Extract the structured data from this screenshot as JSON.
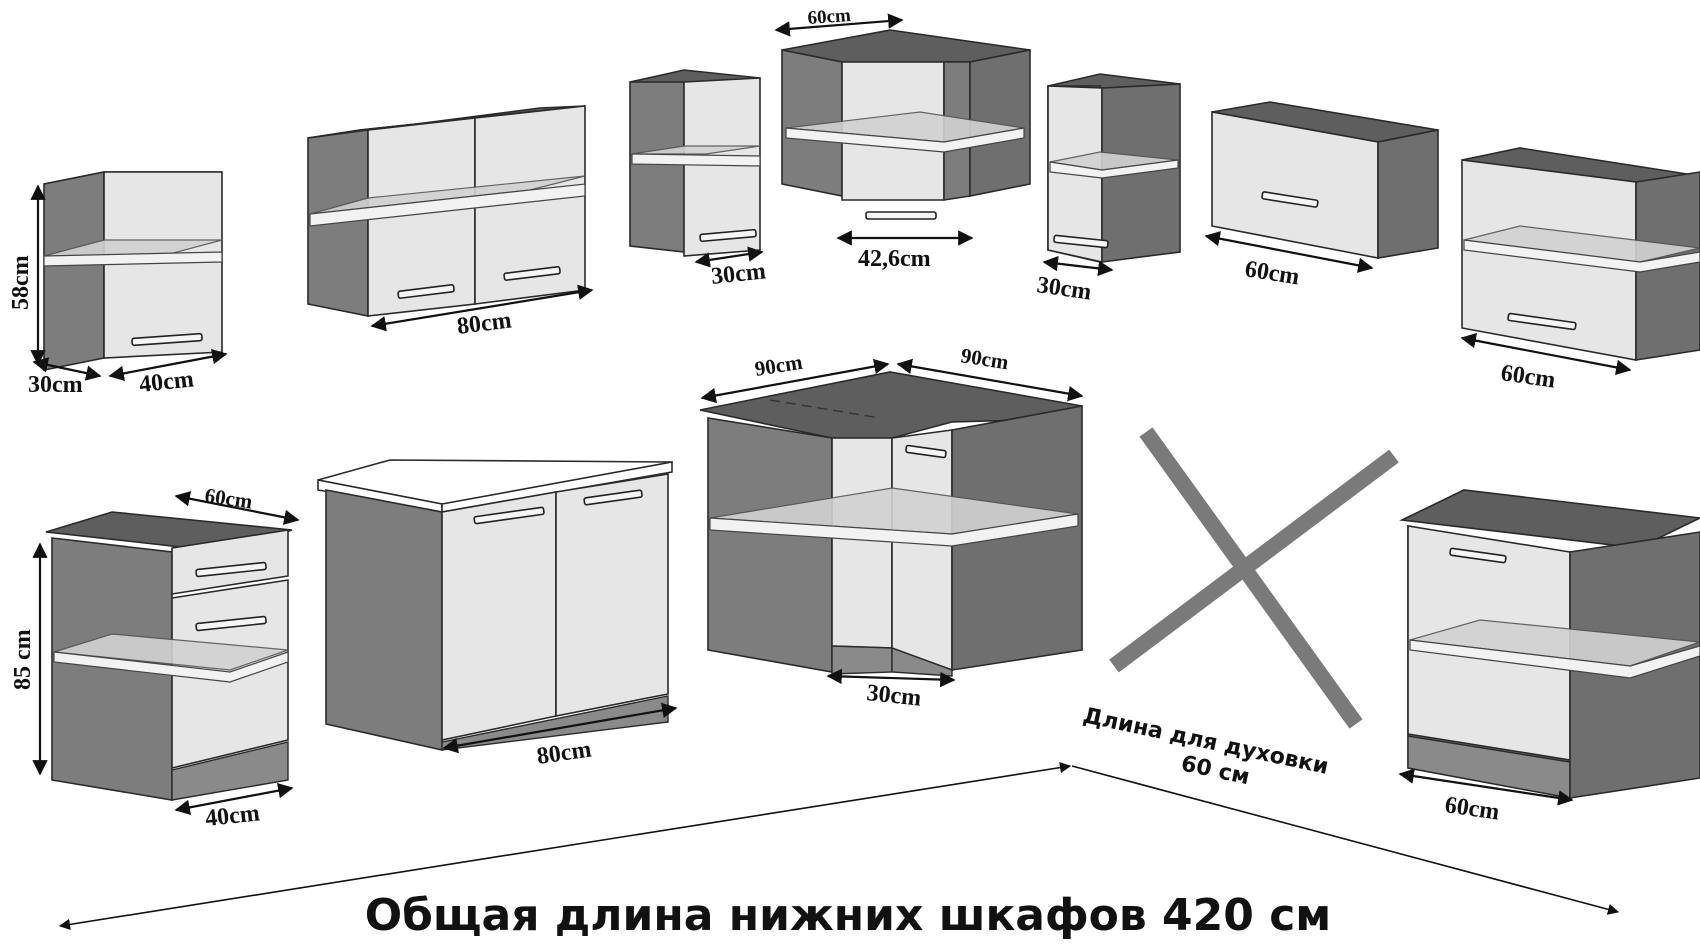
{
  "diagram": {
    "upper_cabinets": [
      {
        "id": "u1",
        "height_label": "58cm",
        "depth_label": "30cm",
        "width_label": "40cm"
      },
      {
        "id": "u2",
        "width_label": "80cm"
      },
      {
        "id": "u3",
        "width_label": "30cm"
      },
      {
        "id": "u4",
        "top_label": "60cm",
        "width_label": "42,6cm"
      },
      {
        "id": "u5",
        "width_label": "30cm"
      },
      {
        "id": "u6",
        "width_label": "60cm"
      },
      {
        "id": "u7",
        "width_label": "60cm"
      }
    ],
    "lower_cabinets": [
      {
        "id": "l1",
        "top_label": "60cm",
        "height_label": "85 cm",
        "width_label": "40cm"
      },
      {
        "id": "l2",
        "width_label": "80cm"
      },
      {
        "id": "l3",
        "left_label": "90cm",
        "right_label": "90cm",
        "depth_label": "30cm"
      },
      {
        "id": "l4",
        "width_label": "60cm"
      }
    ],
    "oven_gap": {
      "line1": "Длина для духовки",
      "line2": "60 см"
    },
    "total": "Общая длина нижних шкафов 420 см"
  },
  "colors": {
    "body": "#7d7d7d",
    "top": "#5e5e5e",
    "door": "#e6e6e6",
    "cross": "#7a7a7a",
    "text": "#111111"
  }
}
